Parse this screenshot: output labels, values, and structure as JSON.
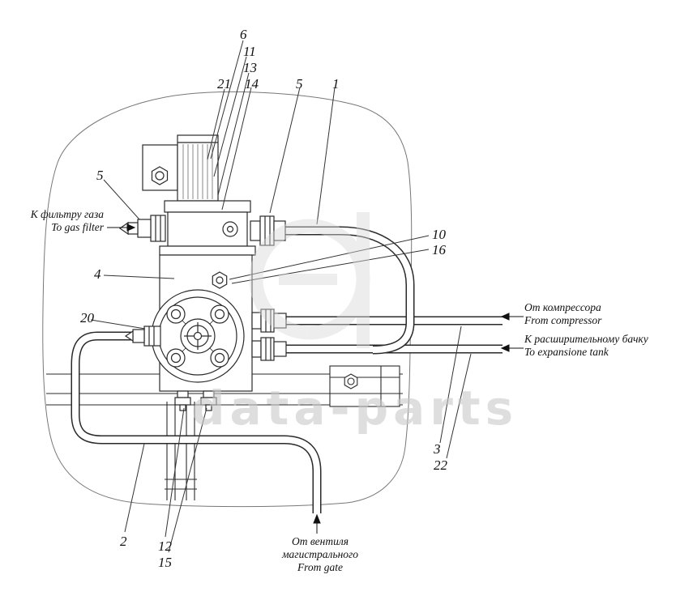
{
  "watermark": {
    "text": "data-parts"
  },
  "callouts": [
    {
      "ref": "6",
      "text": "6"
    },
    {
      "ref": "11",
      "text": "11"
    },
    {
      "ref": "13",
      "text": "13"
    },
    {
      "ref": "21",
      "text": "21"
    },
    {
      "ref": "14",
      "text": "14"
    },
    {
      "ref": "5-top",
      "text": "5"
    },
    {
      "ref": "1",
      "text": "1"
    },
    {
      "ref": "5-left",
      "text": "5"
    },
    {
      "ref": "10",
      "text": "10"
    },
    {
      "ref": "16",
      "text": "16"
    },
    {
      "ref": "4",
      "text": "4"
    },
    {
      "ref": "20",
      "text": "20"
    },
    {
      "ref": "3",
      "text": "3"
    },
    {
      "ref": "22",
      "text": "22"
    },
    {
      "ref": "2",
      "text": "2"
    },
    {
      "ref": "12",
      "text": "12"
    },
    {
      "ref": "15",
      "text": "15"
    }
  ],
  "directions": {
    "gas_filter": {
      "ru": "К фильтру газа",
      "en": "To gas filter"
    },
    "compressor": {
      "ru": "От компрессора",
      "en": "From compressor"
    },
    "expansion_tank": {
      "ru": "К расширительному бачку",
      "en": "To expansione tank"
    },
    "gate": {
      "ru_line1": "От вентиля",
      "ru_line2": "магистрального",
      "en": "From gate"
    }
  }
}
